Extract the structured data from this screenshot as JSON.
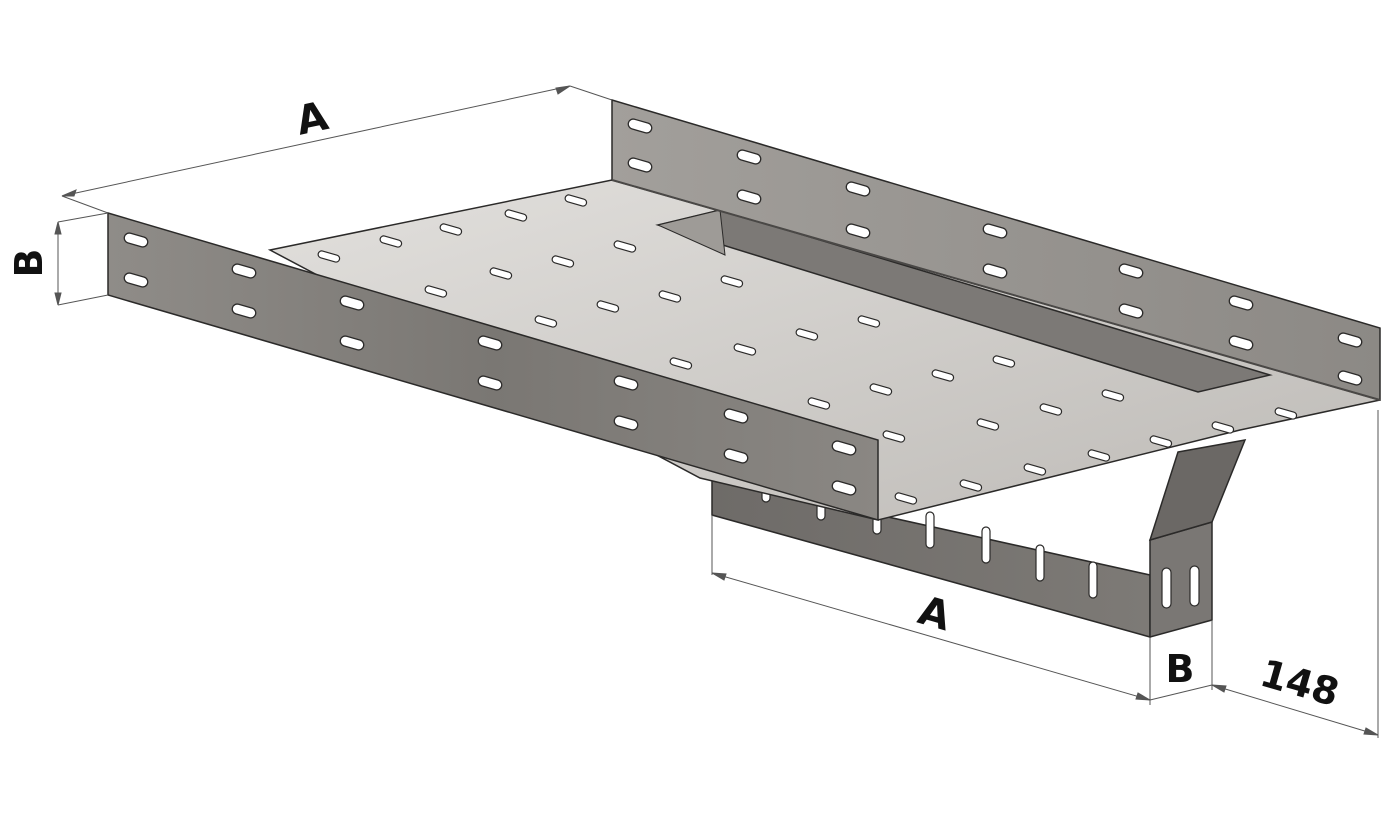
{
  "dimensions": {
    "top_length": "A",
    "top_height": "B",
    "bottom_length": "A",
    "bottom_height": "B",
    "offset": "148"
  },
  "colors": {
    "metal_light": "#d6d4d1",
    "metal_mid": "#8d8a87",
    "metal_dark": "#5f5c59",
    "edge": "#2b2a29",
    "slot": "#ffffff",
    "dim_line": "#555555"
  }
}
